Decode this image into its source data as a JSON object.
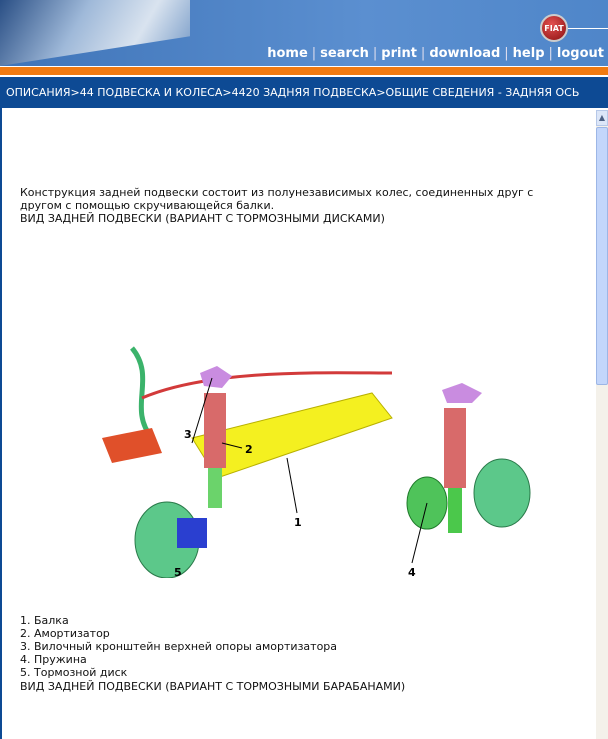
{
  "header": {
    "logo_text": "FIAT",
    "nav": [
      "home",
      "search",
      "print",
      "download",
      "help",
      "logout"
    ]
  },
  "breadcrumb": "ОПИСАНИЯ>44 ПОДВЕСКА И КОЛЕСА>4420 ЗАДНЯЯ ПОДВЕСКА>ОБЩИЕ СВЕДЕНИЯ - ЗАДНЯЯ ОСЬ",
  "content": {
    "intro_line1": "Конструкция задней подвески состоит из полунезависимых колес, соединенных друг с",
    "intro_line2": "другом с помощью скручивающейся балки.",
    "heading_disc": "ВИД ЗАДНЕЙ ПОДВЕСКИ (ВАРИАНТ С ТОРМОЗНЫМИ ДИСКАМИ)",
    "callouts": [
      "1",
      "2",
      "3",
      "4",
      "5"
    ],
    "legend": [
      "1. Балка",
      "2. Амортизатор",
      "3. Вилочный кронштейн верхней опоры амортизатора",
      "4. Пружина",
      "5. Тормозной диск"
    ],
    "heading_drum": "ВИД ЗАДНЕЙ ПОДВЕСКИ (ВАРИАНТ С ТОРМОЗНЫМИ БАРАБАНАМИ)"
  }
}
